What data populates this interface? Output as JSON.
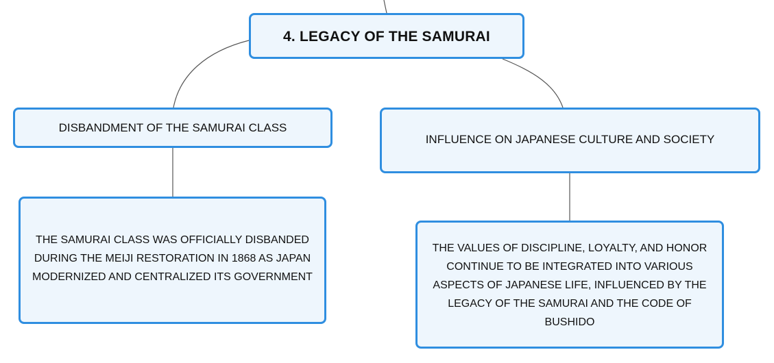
{
  "colors": {
    "node_border": "#2f8ee0",
    "node_fill": "#eef6fd",
    "connector": "#555555",
    "text": "#111111"
  },
  "root": {
    "label": "4. LEGACY OF THE SAMURAI"
  },
  "branches": [
    {
      "label": "DISBANDMENT OF THE SAMURAI CLASS",
      "detail": "THE SAMURAI CLASS WAS OFFICIALLY DISBANDED DURING THE MEIJI RESTORATION IN 1868 AS JAPAN MODERNIZED AND CENTRALIZED ITS GOVERNMENT"
    },
    {
      "label": "INFLUENCE ON JAPANESE CULTURE AND SOCIETY",
      "detail": "THE VALUES OF DISCIPLINE, LOYALTY, AND HONOR CONTINUE TO BE INTEGRATED INTO VARIOUS ASPECTS OF JAPANESE LIFE, INFLUENCED BY THE LEGACY OF THE SAMURAI AND THE CODE OF BUSHIDO"
    }
  ]
}
